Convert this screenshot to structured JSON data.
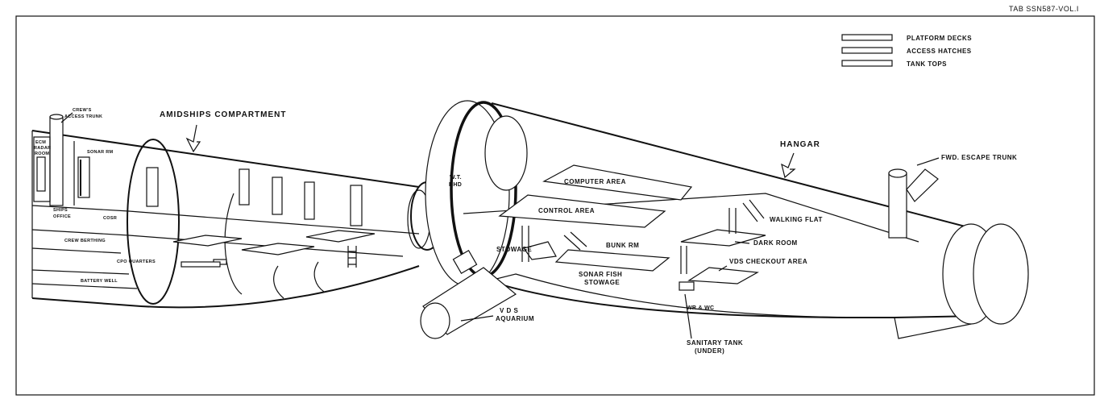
{
  "sheet_tag": "TAB SSN587-VOL.I",
  "legend": [
    {
      "label": "PLATFORM DECKS"
    },
    {
      "label": "ACCESS HATCHES"
    },
    {
      "label": "TANK TOPS"
    }
  ],
  "labels": {
    "amidships": "AMIDSHIPS COMPARTMENT",
    "hangar": "HANGAR",
    "crews_access_1": "CREW'S",
    "crews_access_2": "ACCESS TRUNK",
    "ecm_1": "ECM",
    "ecm_2": "RADAR",
    "ecm_3": "ROOM",
    "sonar_rm": "SONAR RM",
    "ships_office_1": "SHIPS",
    "ships_office_2": "OFFICE",
    "cosr": "COSR",
    "crew_berthing": "CREW BERTHING",
    "cpo_quarters": "CPO QUARTERS",
    "battery_well": "BATTERY WELL",
    "wt_bhd_1": "W.T.",
    "wt_bhd_2": "BHD",
    "computer_area": "COMPUTER AREA",
    "control_area": "CONTROL AREA",
    "bunk_rm": "BUNK RM",
    "stowage": "STOWAGE",
    "sonar_fish_1": "SONAR FISH",
    "sonar_fish_2": "STOWAGE",
    "vds_aquarium_1": "V D S",
    "vds_aquarium_2": "AQUARIUM",
    "walking_flat": "WALKING FLAT",
    "dark_room": "DARK ROOM",
    "vds_checkout": "VDS CHECKOUT AREA",
    "wr_wc": "WR & WC",
    "sanitary_1": "SANITARY TANK",
    "sanitary_2": "(UNDER)",
    "fwd_escape": "FWD. ESCAPE TRUNK"
  }
}
